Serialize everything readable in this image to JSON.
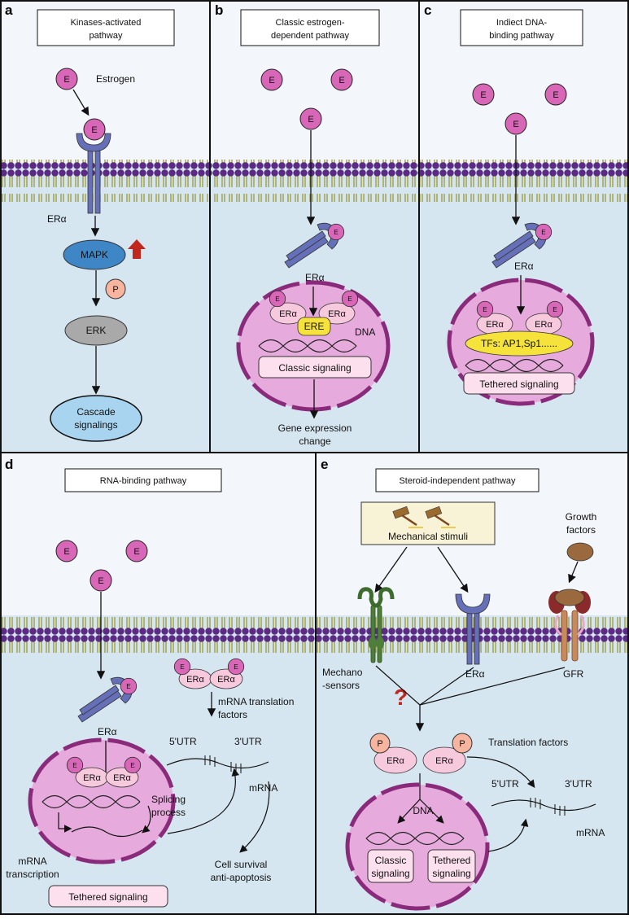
{
  "panels": {
    "a": {
      "letter": "a",
      "title_line1": "Kinases-activated",
      "title_line2": "pathway",
      "estrogen_label": "Estrogen",
      "receptor_label": "ERα",
      "mapk": "MAPK",
      "p": "P",
      "erk": "ERK",
      "cascade_line1": "Cascade",
      "cascade_line2": "signalings"
    },
    "b": {
      "letter": "b",
      "title_line1": "Classic estrogen-",
      "title_line2": "dependent pathway",
      "receptor_label": "ERα",
      "ere": "ERE",
      "dna": "DNA",
      "signaling": "Classic signaling",
      "outcome_line1": "Gene expression",
      "outcome_line2": "change"
    },
    "c": {
      "letter": "c",
      "title_line1": "Indiect DNA-",
      "title_line2": "binding pathway",
      "receptor_label": "ERα",
      "tfs": "TFs: AP1,Sp1......",
      "signaling": "Tethered signaling"
    },
    "d": {
      "letter": "d",
      "title": "RNA-binding pathway",
      "receptor_label": "ERα",
      "factors_line1": "mRNA translation",
      "factors_line2": "factors",
      "utr5": "5'UTR",
      "utr3": "3'UTR",
      "mrna": "mRNA",
      "splicing_line1": "Splicing",
      "splicing_line2": "process",
      "transcription_line1": "mRNA",
      "transcription_line2": "transcription",
      "survival_line1": "Cell survival",
      "survival_line2": "anti-apoptosis",
      "signaling": "Tethered signaling"
    },
    "e": {
      "letter": "e",
      "title": "Steroid-independent pathway",
      "stimuli": "Mechanical stimuli",
      "growth_line1": "Growth",
      "growth_line2": "factors",
      "mechano_line1": "Mechano",
      "mechano_line2": "-sensors",
      "question": "?",
      "receptor_label": "ERα",
      "gfr": "GFR",
      "translation": "Translation factors",
      "utr5": "5'UTR",
      "utr3": "3'UTR",
      "mrna": "mRNA",
      "dna": "DNA",
      "classic_line1": "Classic",
      "classic_line2": "signaling",
      "tethered_line1": "Tethered",
      "tethered_line2": "signaling"
    }
  },
  "common": {
    "e": "E",
    "p": "P",
    "era": "ERα"
  },
  "colors": {
    "extracellular": "#f3f6fa",
    "intracellular": "#d6e6f0",
    "membrane_head": "#5b2a83",
    "membrane_tail": "#9a9a3a",
    "estrogen": "#d867b8",
    "receptor": "#6670b8",
    "nucleus": "#e7aadc",
    "nucleus_border": "#8a2a7a",
    "complex": "#f7c9dd",
    "mapk": "#3f86c6",
    "erk": "#a9a9a9",
    "cascade": "#a8d4ef",
    "phospho": "#f7b59f",
    "ere": "#f5e23a",
    "arrow_red": "#c0281e"
  }
}
